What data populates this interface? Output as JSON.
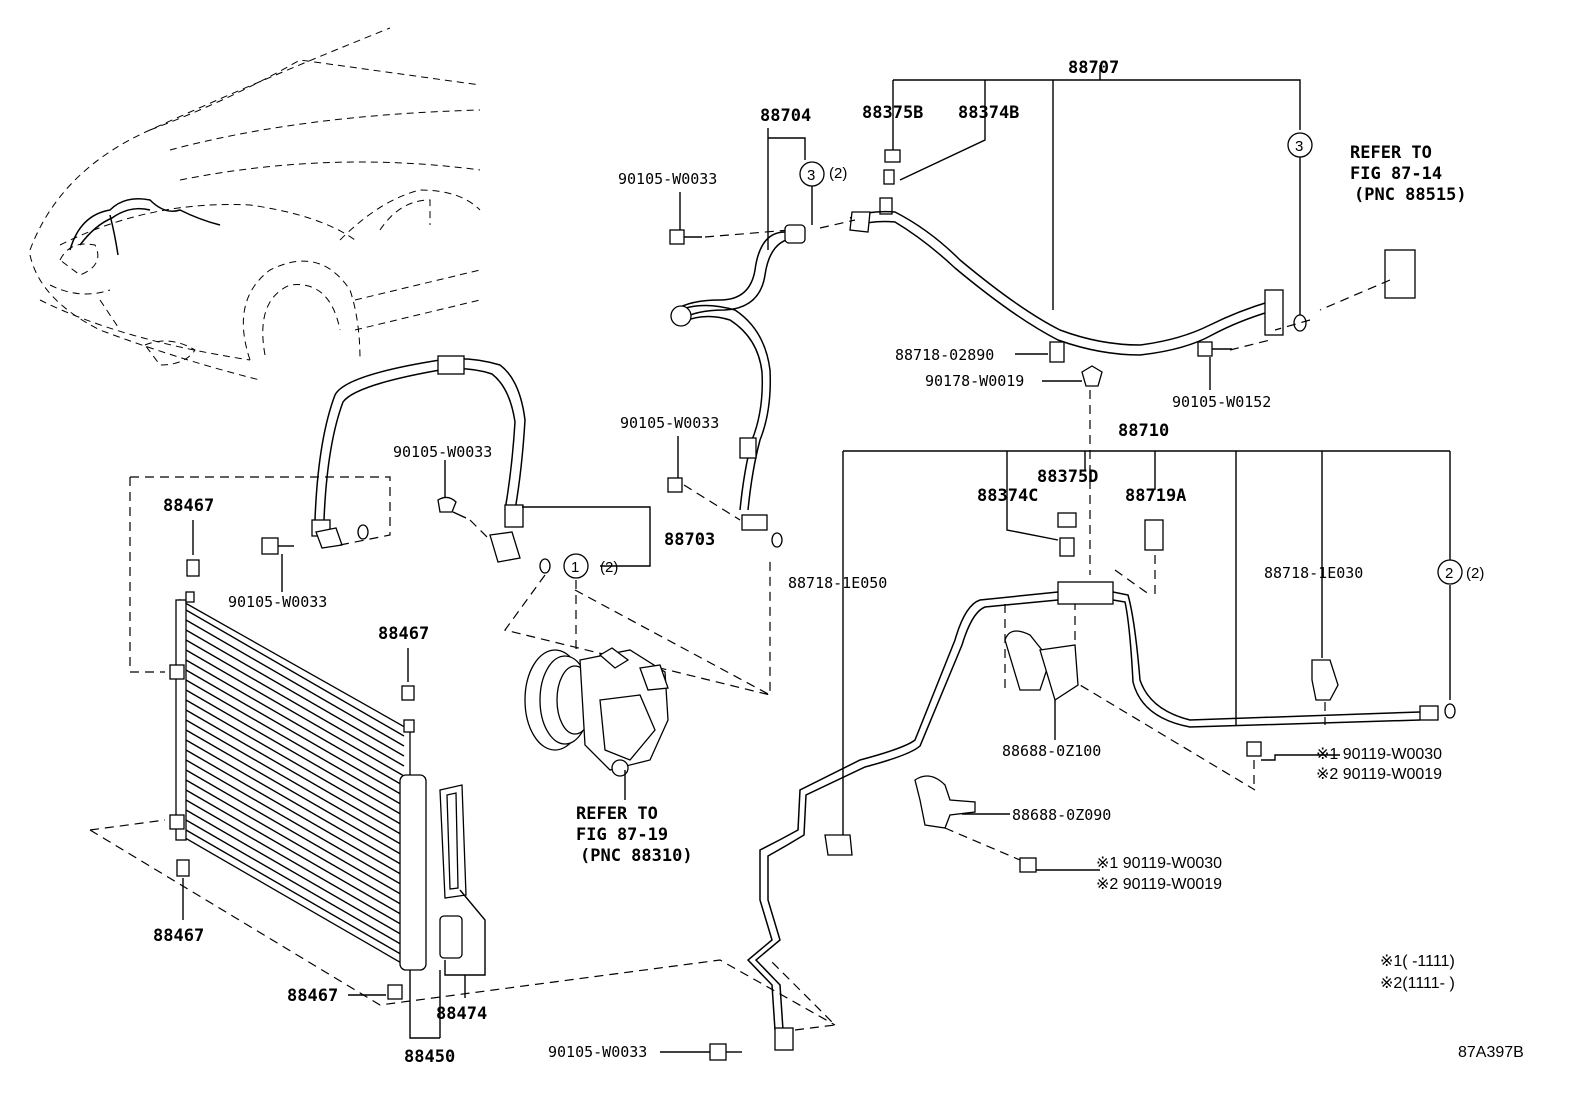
{
  "labels": {
    "p88707": "88707",
    "p88704": "88704",
    "p88375b": "88375B",
    "p88374b": "88374B",
    "p90105_w0033_a": "90105-W0033",
    "p88718_02890": "88718-02890",
    "p90178_w0019": "90178-W0019",
    "p90105_w0152": "90105-W0152",
    "p90105_w0033_b": "90105-W0033",
    "p88710": "88710",
    "p88375d": "88375D",
    "p88374c": "88374C",
    "p88719a": "88719A",
    "p88718_1e050": "88718-1E050",
    "p88718_1e030": "88718-1E030",
    "p90105_w0033_c": "90105-W0033",
    "p88467_a": "88467",
    "p90105_w0033_d": "90105-W0033",
    "p88703": "88703",
    "p88467_b": "88467",
    "p88688_0z100": "88688-0Z100",
    "p88688_0z090": "88688-0Z090",
    "p88467_c": "88467",
    "p88467_d": "88467",
    "p88474": "88474",
    "p88450": "88450",
    "p90105_w0033_e": "90105-W0033",
    "diagram_code": "87A397B"
  },
  "screw_notes": {
    "a_line1": "※1 90119-W0030",
    "a_line2": "※2 90119-W0019",
    "b_line1": "※1 90119-W0030",
    "b_line2": "※2 90119-W0019"
  },
  "refer_notes": {
    "fig_87_14": [
      "REFER TO",
      "FIG 87-14",
      "(PNC 88515)"
    ],
    "fig_87_19": [
      "REFER TO",
      "FIG 87-19",
      "(PNC 88310)"
    ]
  },
  "callouts": {
    "c1": "1",
    "c1_qty": "(2)",
    "c2": "2",
    "c2_qty": "(2)",
    "c3a": "3",
    "c3a_qty": "(2)",
    "c3b": "3"
  },
  "legend": {
    "line1": "※1(   -1111)",
    "line2": "※2(1111-   )"
  }
}
